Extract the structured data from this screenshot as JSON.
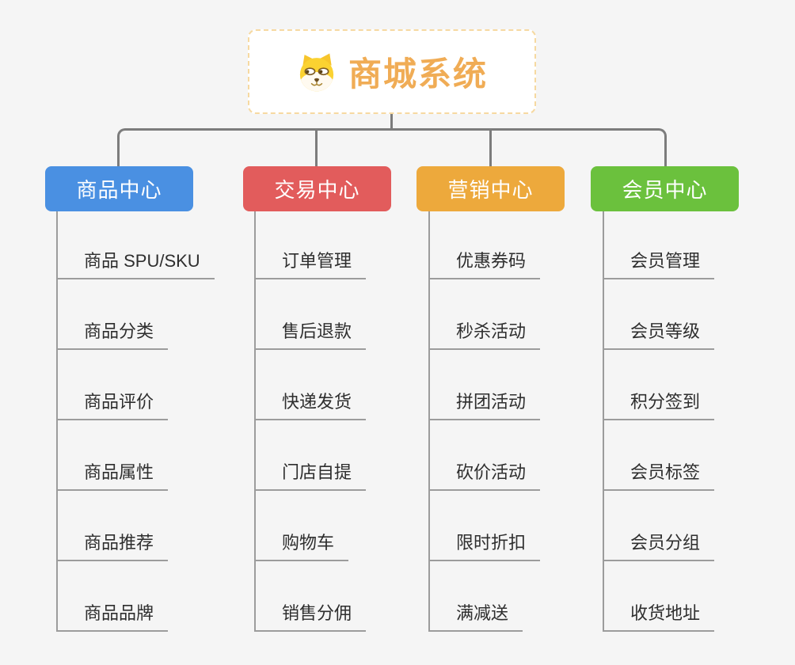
{
  "root": {
    "title": "商城系统",
    "icon": "doge-icon"
  },
  "colors": {
    "background": "#f5f5f5",
    "connector": "#7c7c7c",
    "leaf_line": "#9c9c9c",
    "root_border": "#f6d9a1",
    "root_text": "#f0ac55"
  },
  "branches": [
    {
      "label": "商品中心",
      "color": "#4a90e2",
      "children": [
        "商品 SPU/SKU",
        "商品分类",
        "商品评价",
        "商品属性",
        "商品推荐",
        "商品品牌"
      ]
    },
    {
      "label": "交易中心",
      "color": "#e25c5c",
      "children": [
        "订单管理",
        "售后退款",
        "快递发货",
        "门店自提",
        "购物车",
        "销售分佣"
      ]
    },
    {
      "label": "营销中心",
      "color": "#eda93c",
      "children": [
        "优惠券码",
        "秒杀活动",
        "拼团活动",
        "砍价活动",
        "限时折扣",
        "满减送"
      ]
    },
    {
      "label": "会员中心",
      "color": "#6bc13d",
      "children": [
        "会员管理",
        "会员等级",
        "积分签到",
        "会员标签",
        "会员分组",
        "收货地址"
      ]
    }
  ]
}
